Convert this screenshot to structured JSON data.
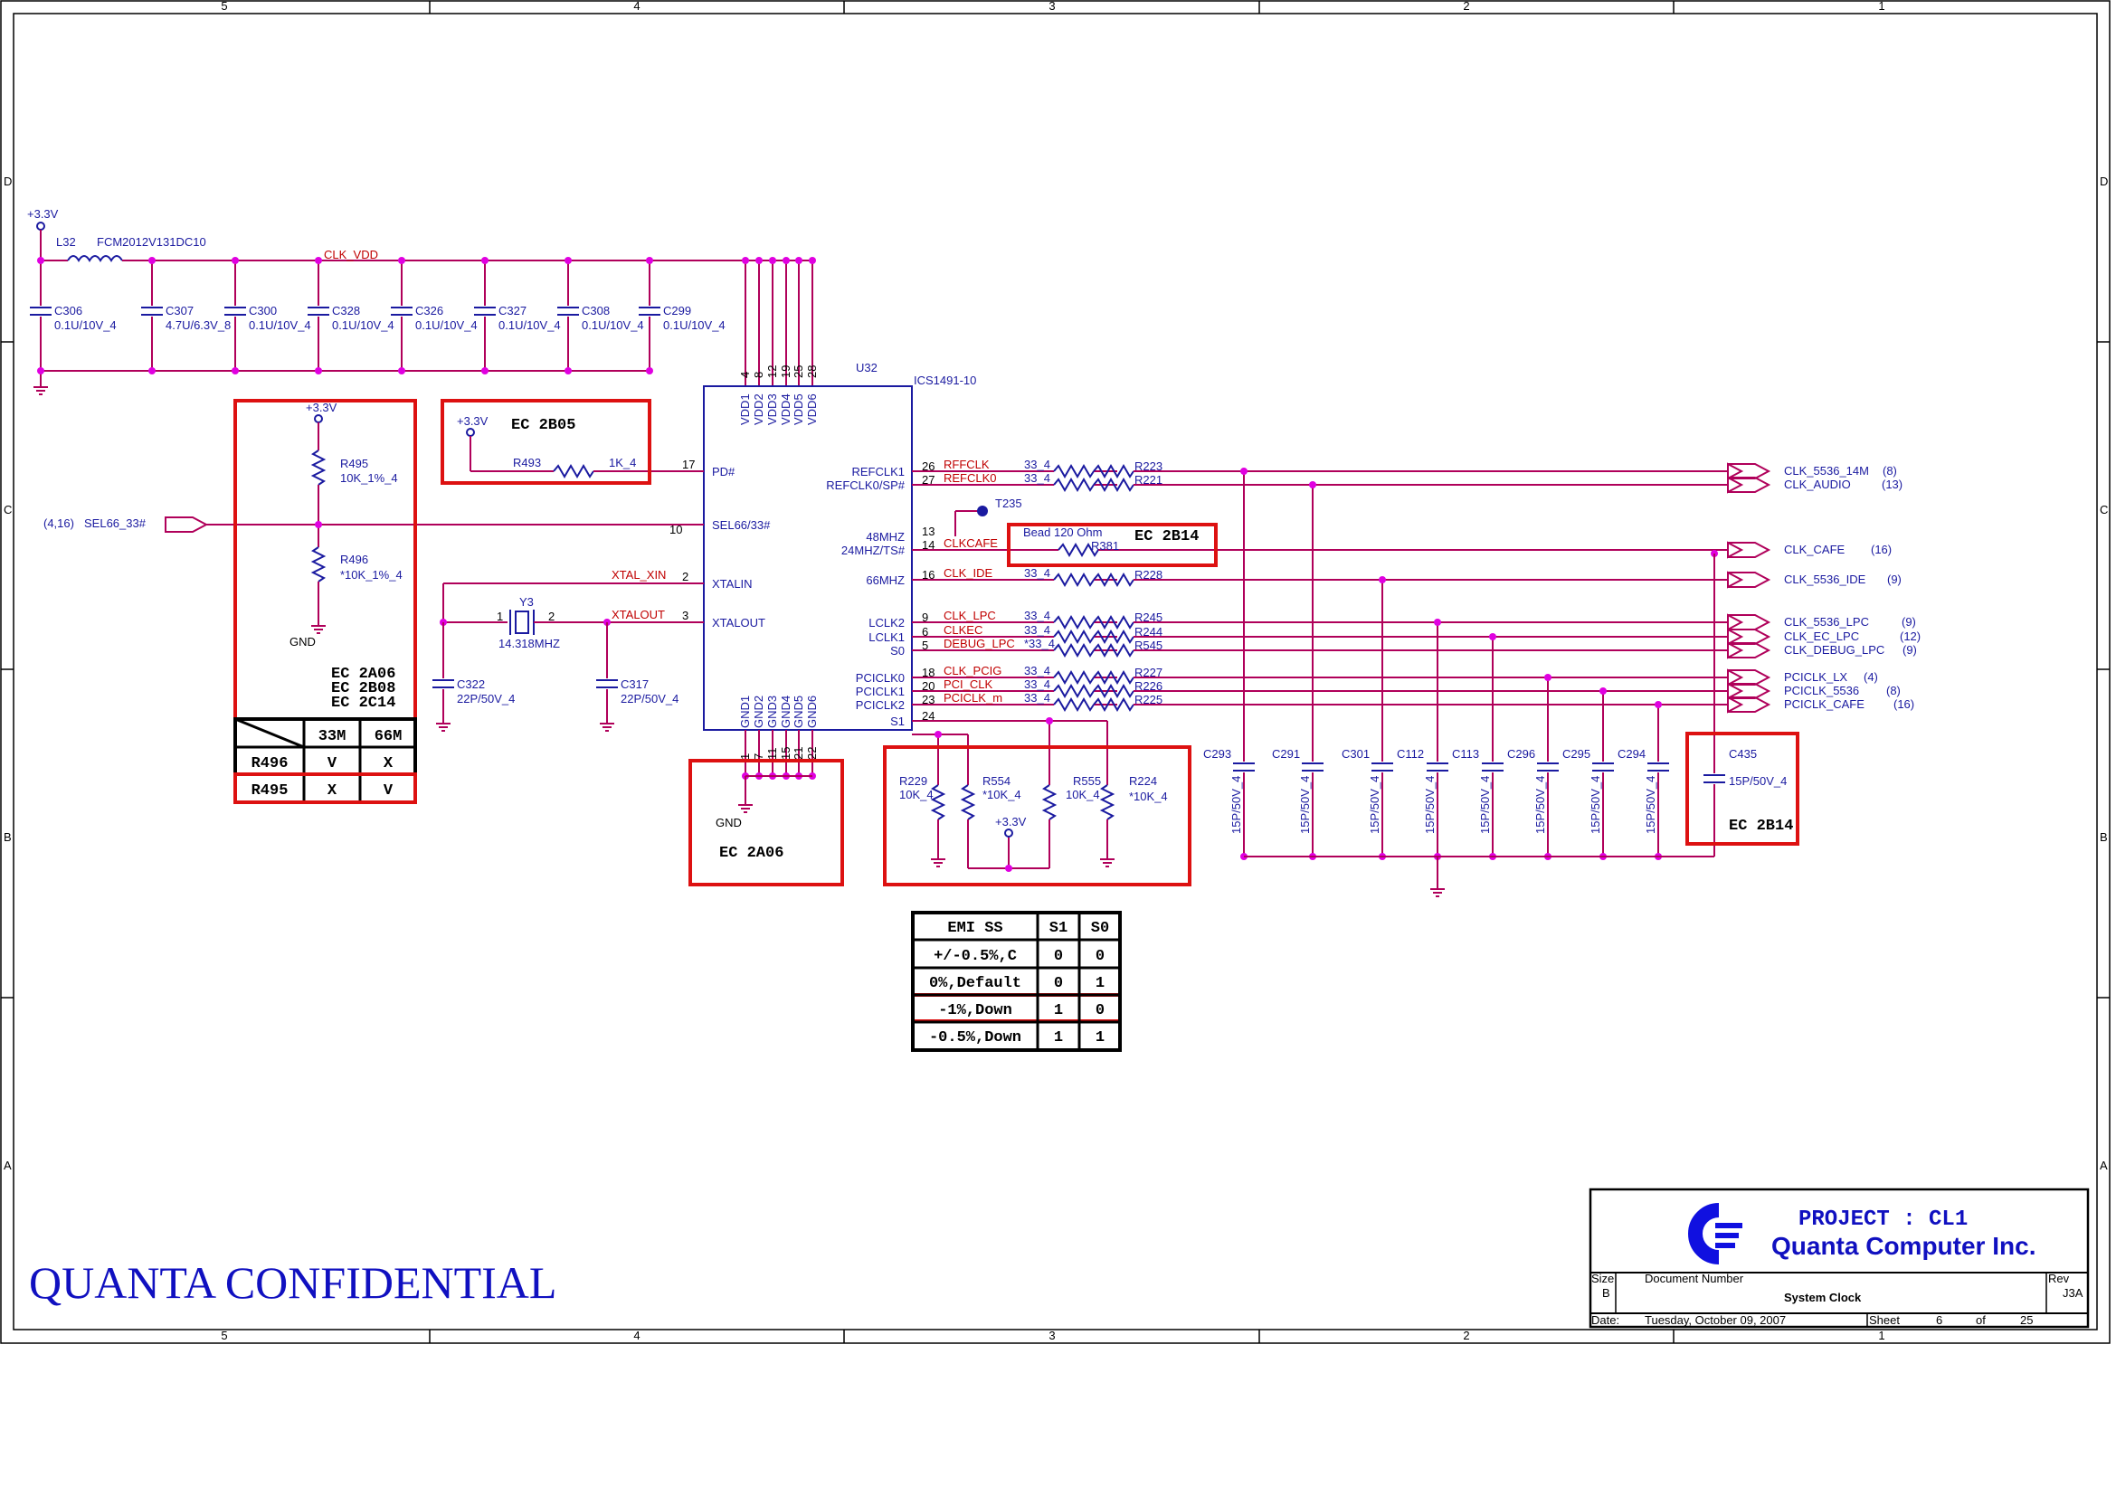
{
  "frame": {
    "cols": [
      "5",
      "4",
      "3",
      "2",
      "1"
    ],
    "rows": [
      "D",
      "C",
      "B",
      "A"
    ]
  },
  "power": {
    "v33": "+3.3V",
    "gnd": "GND",
    "clk_vdd": "CLK_VDD",
    "l32": "L32",
    "l32_part": "FCM2012V131DC10"
  },
  "caps_top": [
    {
      "ref": "C306",
      "val": "0.1U/10V_4"
    },
    {
      "ref": "C307",
      "val": "4.7U/6.3V_8"
    },
    {
      "ref": "C300",
      "val": "0.1U/10V_4"
    },
    {
      "ref": "C328",
      "val": "0.1U/10V_4"
    },
    {
      "ref": "C326",
      "val": "0.1U/10V_4"
    },
    {
      "ref": "C327",
      "val": "0.1U/10V_4"
    },
    {
      "ref": "C308",
      "val": "0.1U/10V_4"
    },
    {
      "ref": "C299",
      "val": "0.1U/10V_4"
    }
  ],
  "ic": {
    "ref": "U32",
    "part": "ICS1491-10",
    "vdd_pins": [
      "VDD1",
      "VDD2",
      "VDD3",
      "VDD4",
      "VDD5",
      "VDD6"
    ],
    "vdd_nums": [
      "4",
      "8",
      "12",
      "19",
      "25",
      "28"
    ],
    "gnd_pins": [
      "GND1",
      "GND2",
      "GND3",
      "GND4",
      "GND5",
      "GND6"
    ],
    "gnd_nums": [
      "1",
      "7",
      "11",
      "15",
      "21",
      "22"
    ],
    "left_pins": [
      {
        "name": "PD#",
        "num": "17"
      },
      {
        "name": "SEL66/33#",
        "num": "10"
      },
      {
        "name": "XTALIN",
        "num": "2"
      },
      {
        "name": "XTALOUT",
        "num": "3"
      }
    ],
    "right_pins": [
      {
        "name": "REFCLK1",
        "num": "26"
      },
      {
        "name": "REFCLK0/SP#",
        "num": "27"
      },
      {
        "name": "48MHZ",
        "num": "13"
      },
      {
        "name": "24MHZ/TS#",
        "num": "14"
      },
      {
        "name": "66MHZ",
        "num": "16"
      },
      {
        "name": "LCLK2",
        "num": "9"
      },
      {
        "name": "LCLK1",
        "num": "6"
      },
      {
        "name": "S0",
        "num": "5"
      },
      {
        "name": "PCICLK0",
        "num": "18"
      },
      {
        "name": "PCICLK1",
        "num": "20"
      },
      {
        "name": "PCICLK2",
        "num": "23"
      },
      {
        "name": "S1",
        "num": "24"
      }
    ]
  },
  "sel": {
    "ref": "(4,16)",
    "net": "SEL66_33#"
  },
  "r495": {
    "ref": "R495",
    "val": "10K_1%_4"
  },
  "r496": {
    "ref": "R496",
    "val": "*10K_1%_4"
  },
  "r493": {
    "ref": "R493",
    "val": "1K_4"
  },
  "xtal": {
    "in": "XTAL_XIN",
    "out": "XTALOUT",
    "ref": "Y3",
    "freq": "14.318MHZ",
    "p1": "1",
    "p2": "2"
  },
  "c322": {
    "ref": "C322",
    "val": "22P/50V_4"
  },
  "c317": {
    "ref": "C317",
    "val": "22P/50V_4"
  },
  "t235": "T235",
  "bead": {
    "label": "Bead 120 Ohm",
    "ref": "R381"
  },
  "outputs": [
    {
      "net": "RFFCLK",
      "val": "33_4",
      "ref": "R223",
      "port": "CLK_5536_14M",
      "page": "(8)"
    },
    {
      "net": "REFCLK0",
      "val": "33_4",
      "ref": "R221",
      "port": "CLK_AUDIO",
      "page": "(13)"
    },
    {
      "net": "CLKCAFE",
      "val": "",
      "ref": "",
      "port": "CLK_CAFE",
      "page": "(16)"
    },
    {
      "net": "CLK_IDE",
      "val": "33_4",
      "ref": "R228",
      "port": "CLK_5536_IDE",
      "page": "(9)"
    },
    {
      "net": "CLK_LPC",
      "val": "33_4",
      "ref": "R245",
      "port": "CLK_5536_LPC",
      "page": "(9)"
    },
    {
      "net": "CLKEC",
      "val": "33_4",
      "ref": "R244",
      "port": "CLK_EC_LPC",
      "page": "(12)"
    },
    {
      "net": "DEBUG_LPC",
      "val": "*33_4",
      "ref": "R545",
      "port": "CLK_DEBUG_LPC",
      "page": "(9)"
    },
    {
      "net": "CLK_PCIG",
      "val": "33_4",
      "ref": "R227",
      "port": "PCICLK_LX",
      "page": "(4)"
    },
    {
      "net": "PCI_CLK",
      "val": "33_4",
      "ref": "R226",
      "port": "PCICLK_5536",
      "page": "(8)"
    },
    {
      "net": "PCICLK_m",
      "val": "33_4",
      "ref": "R225",
      "port": "PCICLK_CAFE",
      "page": "(16)"
    }
  ],
  "strap": {
    "r229": {
      "ref": "R229",
      "val": "10K_4"
    },
    "r554": {
      "ref": "R554",
      "val": "*10K_4"
    },
    "r555": {
      "ref": "R555",
      "val": "10K_4"
    },
    "r224": {
      "ref": "R224",
      "val": "*10K_4"
    }
  },
  "caps_out": [
    {
      "ref": "C293",
      "val": "15P/50V_4"
    },
    {
      "ref": "C291",
      "val": "15P/50V_4"
    },
    {
      "ref": "C301",
      "val": "15P/50V_4"
    },
    {
      "ref": "C112",
      "val": "15P/50V_4"
    },
    {
      "ref": "C113",
      "val": "15P/50V_4"
    },
    {
      "ref": "C296",
      "val": "15P/50V_4"
    },
    {
      "ref": "C295",
      "val": "15P/50V_4"
    },
    {
      "ref": "C294",
      "val": "15P/50V_4"
    }
  ],
  "c435": {
    "ref": "C435",
    "val": "15P/50V_4"
  },
  "ec": {
    "e1": "EC 2B05",
    "e2": "EC 2B14",
    "e3": "EC 2A06",
    "e4": "EC 2B14",
    "stack": [
      "EC 2A06",
      "EC 2B08",
      "EC 2C14"
    ]
  },
  "sel_table": {
    "cols": [
      "33M",
      "66M"
    ],
    "rows": [
      {
        "name": "R496",
        "a": "V",
        "b": "X"
      },
      {
        "name": "R495",
        "a": "X",
        "b": "V"
      }
    ]
  },
  "emi_table": {
    "header": [
      "EMI SS",
      "S1",
      "S0"
    ],
    "rows": [
      [
        "+/-0.5%,C",
        "0",
        "0"
      ],
      [
        "0%,Default",
        "0",
        "1"
      ],
      [
        "-1%,Down",
        "1",
        "0"
      ],
      [
        "-0.5%,Down",
        "1",
        "1"
      ]
    ]
  },
  "title_block": {
    "project": "PROJECT : CL1",
    "company": "Quanta Computer Inc.",
    "size_label": "Size",
    "size": "B",
    "doc_label": "Document Number",
    "doc": "System Clock",
    "rev_label": "Rev",
    "rev": "J3A",
    "date_label": "Date:",
    "date": "Tuesday, October 09, 2007",
    "sheet_label": "Sheet",
    "sheet": "6",
    "of_label": "of",
    "total": "25"
  },
  "confidential": "QUANTA CONFIDENTIAL",
  "colors": {
    "wire": "#b0005a",
    "part": "#1a1aa0",
    "net": "#c00000",
    "highlight": "#dd1111",
    "junction": "#e000e0"
  }
}
